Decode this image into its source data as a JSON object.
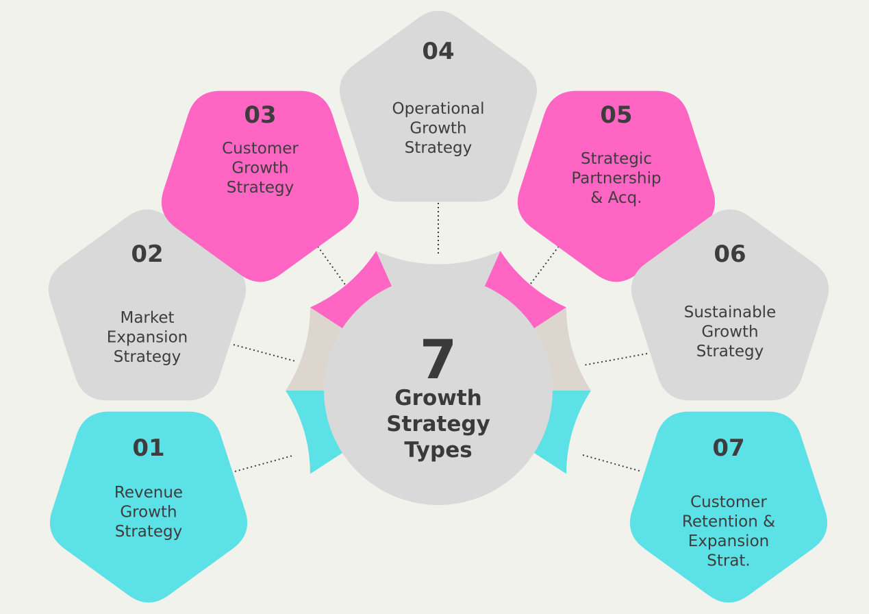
{
  "center": {
    "number": "7",
    "label_lines": [
      "Growth",
      "Strategy",
      "Types"
    ]
  },
  "colors": {
    "pink": "#ff66c4",
    "cyan": "#5ce1e6",
    "gray": "#d9d9d9",
    "beige": "#dcd6cf",
    "background": "#f2f2ed",
    "text": "#3d3d3d"
  },
  "items": [
    {
      "number": "01",
      "label_lines": [
        "Revenue",
        "Growth",
        "Strategy"
      ],
      "color": "cyan"
    },
    {
      "number": "02",
      "label_lines": [
        "Market",
        "Expansion",
        "Strategy"
      ],
      "color": "gray"
    },
    {
      "number": "03",
      "label_lines": [
        "Customer",
        "Growth",
        "Strategy"
      ],
      "color": "pink"
    },
    {
      "number": "04",
      "label_lines": [
        "Operational",
        "Growth",
        "Strategy"
      ],
      "color": "gray"
    },
    {
      "number": "05",
      "label_lines": [
        "Strategic",
        "Partnership",
        "& Acq."
      ],
      "color": "pink"
    },
    {
      "number": "06",
      "label_lines": [
        "Sustainable",
        "Growth",
        "Strategy"
      ],
      "color": "gray"
    },
    {
      "number": "07",
      "label_lines": [
        "Customer",
        "Retention &",
        "Expansion",
        "Strat."
      ],
      "color": "cyan"
    }
  ]
}
